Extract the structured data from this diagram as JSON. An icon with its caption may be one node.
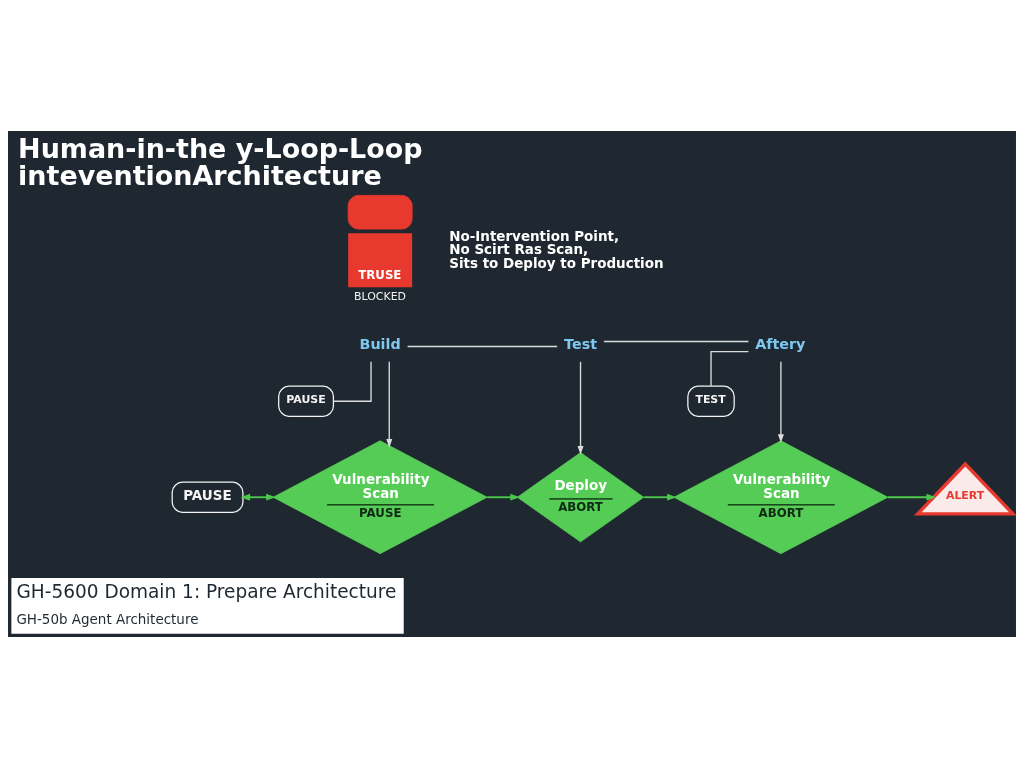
{
  "diagram": {
    "title": "Human-in-the y-Loop-Loop inteventionArchitecture",
    "caption": "GH-5600 Domain 1: Prepare Architecture",
    "nodes": [
      {
        "text": [
          "TRUSE",
          "BLOCKED"
        ]
      },
      {
        "text": [
          "Build"
        ]
      },
      {
        "text": [
          "Test"
        ]
      },
      {
        "text": [
          "Aftery"
        ]
      },
      {
        "text": [
          "PAUSE"
        ]
      },
      {
        "text": [
          "TEST"
        ]
      },
      {
        "text": [
          "PAUSE"
        ]
      },
      {
        "text": [
          "Vulnerability Scan",
          "PAUSE"
        ]
      },
      {
        "text": [
          "Deploy",
          "ABORT"
        ]
      },
      {
        "text": [
          "Vulnerability Scan",
          "ABORT"
        ]
      },
      {
        "text": [
          "ALERT"
        ]
      }
    ],
    "edges": [
      {
        "from": 1,
        "to": 4,
        "arrow": "none"
      },
      {
        "from": 1,
        "to": 7,
        "arrow": "to"
      },
      {
        "from": 1,
        "to": 2,
        "arrow": "none"
      },
      {
        "from": 2,
        "to": 8,
        "arrow": "to"
      },
      {
        "from": 2,
        "to": 3,
        "arrow": "none"
      },
      {
        "from": 3,
        "to": 5,
        "arrow": "none"
      },
      {
        "from": 3,
        "to": 9,
        "arrow": "to"
      },
      {
        "from": 6,
        "to": 7,
        "arrow": "both",
        "color": "#4cc94c"
      },
      {
        "from": 7,
        "to": 8,
        "arrow": "to",
        "color": "#4cc94c"
      },
      {
        "from": 8,
        "to": 9,
        "arrow": "to",
        "color": "#4cc94c"
      },
      {
        "from": 9,
        "to": 10,
        "arrow": "to",
        "color": "#4cc94c"
      }
    ],
    "labels": [
      "No-Intervention Point, No Scirt Ras Scan, Sits to Deploy to Production",
      "GH-50b Agent Architecture"
    ]
  }
}
